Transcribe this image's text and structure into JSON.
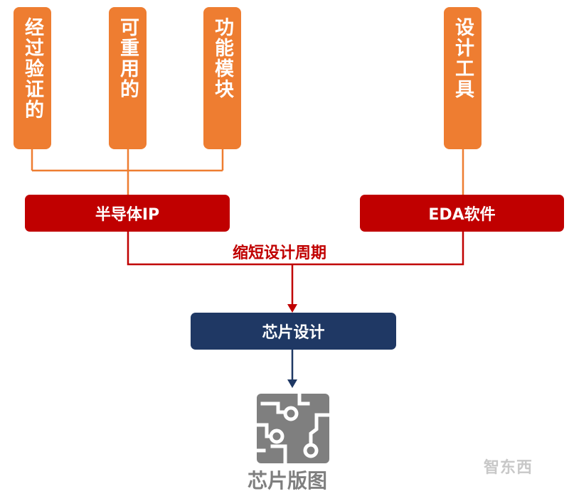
{
  "top_items": [
    {
      "label": "经过验证的"
    },
    {
      "label": "可重用的"
    },
    {
      "label": "功能模块"
    },
    {
      "label": "设计工具"
    }
  ],
  "boxes": {
    "ip": "半导体IP",
    "eda": "EDA软件",
    "chip_design": "芯片设计"
  },
  "shorten_label": "缩短设计周期",
  "result_label": "芯片版图",
  "watermark": "智东西",
  "icons": {
    "chip": "circuit-board-icon"
  },
  "colors": {
    "orange": "#ee7d31",
    "red": "#c00000",
    "navy": "#1f3864",
    "gray": "#7f7f7f"
  }
}
